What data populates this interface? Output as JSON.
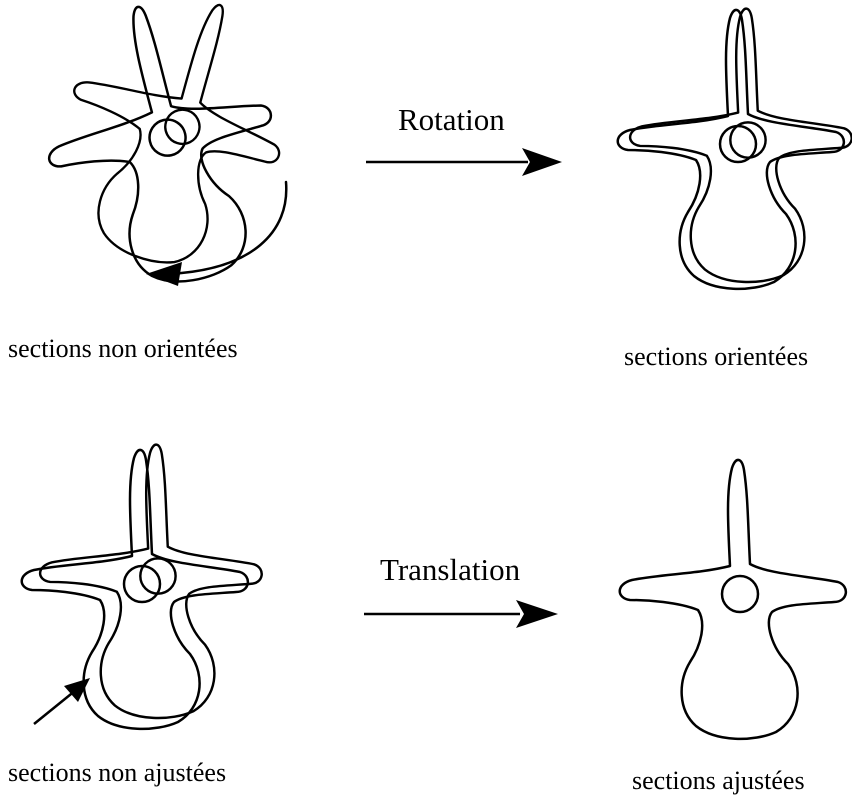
{
  "figure": {
    "labels": {
      "non_oriented": "sections non orientées",
      "oriented": "sections orientées",
      "non_adjusted": "sections non ajustées",
      "adjusted": "sections ajustées"
    },
    "operations": {
      "rotation": "Rotation",
      "translation": "Translation"
    }
  }
}
